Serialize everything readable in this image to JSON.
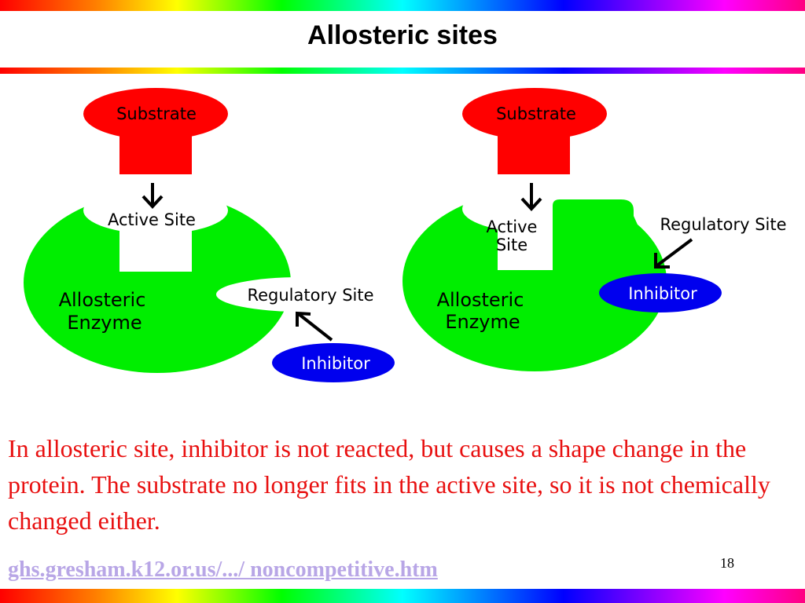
{
  "slide": {
    "title": "Allosteric sites",
    "number": "18"
  },
  "diagram": {
    "left_panel": {
      "substrate_label": "Substrate",
      "active_site_label": "Active Site",
      "enzyme_label_line1": "Allosteric",
      "enzyme_label_line2": "Enzyme",
      "regulatory_site_label": "Regulatory Site",
      "inhibitor_label": "Inhibitor"
    },
    "right_panel": {
      "substrate_label": "Substrate",
      "active_site_line1": "Active",
      "active_site_line2": "Site",
      "enzyme_label_line1": "Allosteric",
      "enzyme_label_line2": "Enzyme",
      "regulatory_site_label": "Regulatory Site",
      "inhibitor_label": "Inhibitor"
    },
    "colors": {
      "substrate": "#ff0000",
      "enzyme": "#00ee00",
      "inhibitor": "#0000ee",
      "caption_text": "#e81010",
      "link": "#b8a6e6"
    }
  },
  "caption": "In allosteric site, inhibitor is not reacted, but causes a shape change in the protein. The substrate no longer fits in the active site, so it is not chemically changed either.",
  "source_link": "ghs.gresham.k12.or.us/.../ noncompetitive.htm"
}
